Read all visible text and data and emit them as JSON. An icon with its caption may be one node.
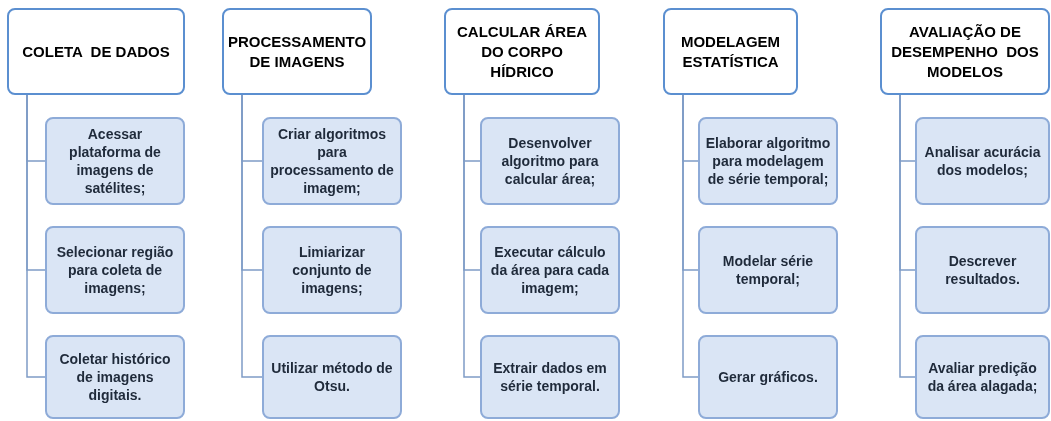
{
  "diagram": {
    "nodes": [
      {
        "text": [
          "COLETA  DE DADOS"
        ]
      },
      {
        "text": [
          "Acessar plataforma de imagens de satélites;"
        ]
      },
      {
        "text": [
          "Selecionar região para coleta de imagens;"
        ]
      },
      {
        "text": [
          "Coletar histórico de imagens digitais."
        ]
      },
      {
        "text": [
          "PROCESSAMENTO DE IMAGENS"
        ]
      },
      {
        "text": [
          "Criar algoritmos para processamento de imagem;"
        ]
      },
      {
        "text": [
          "Limiarizar conjunto de imagens;"
        ]
      },
      {
        "text": [
          "Utilizar método de Otsu."
        ]
      },
      {
        "text": [
          "CALCULAR ÁREA DO CORPO HÍDRICO"
        ]
      },
      {
        "text": [
          "Desenvolver algoritmo para calcular área;"
        ]
      },
      {
        "text": [
          "Executar cálculo da área para cada imagem;"
        ]
      },
      {
        "text": [
          "Extrair dados em série temporal."
        ]
      },
      {
        "text": [
          "MODELAGEM ESTATÍSTICA"
        ]
      },
      {
        "text": [
          "Elaborar algoritmo para modelagem de série temporal;"
        ]
      },
      {
        "text": [
          "Modelar série temporal;"
        ]
      },
      {
        "text": [
          "Gerar gráficos."
        ]
      },
      {
        "text": [
          "AVALIAÇÃO DE DESEMPENHO  DOS MODELOS"
        ]
      },
      {
        "text": [
          "Analisar acurácia dos modelos;"
        ]
      },
      {
        "text": [
          "Descrever resultados."
        ]
      },
      {
        "text": [
          "Avaliar predição da área alagada;"
        ]
      }
    ],
    "edges": [
      {
        "from": 0,
        "to": 1,
        "arrow": "none"
      },
      {
        "from": 0,
        "to": 2,
        "arrow": "none"
      },
      {
        "from": 0,
        "to": 3,
        "arrow": "none"
      },
      {
        "from": 4,
        "to": 5,
        "arrow": "none"
      },
      {
        "from": 4,
        "to": 6,
        "arrow": "none"
      },
      {
        "from": 4,
        "to": 7,
        "arrow": "none"
      },
      {
        "from": 8,
        "to": 9,
        "arrow": "none"
      },
      {
        "from": 8,
        "to": 10,
        "arrow": "none"
      },
      {
        "from": 8,
        "to": 11,
        "arrow": "none"
      },
      {
        "from": 12,
        "to": 13,
        "arrow": "none"
      },
      {
        "from": 12,
        "to": 14,
        "arrow": "none"
      },
      {
        "from": 12,
        "to": 15,
        "arrow": "none"
      },
      {
        "from": 16,
        "to": 17,
        "arrow": "none"
      },
      {
        "from": 16,
        "to": 18,
        "arrow": "none"
      },
      {
        "from": 16,
        "to": 19,
        "arrow": "none"
      }
    ]
  }
}
